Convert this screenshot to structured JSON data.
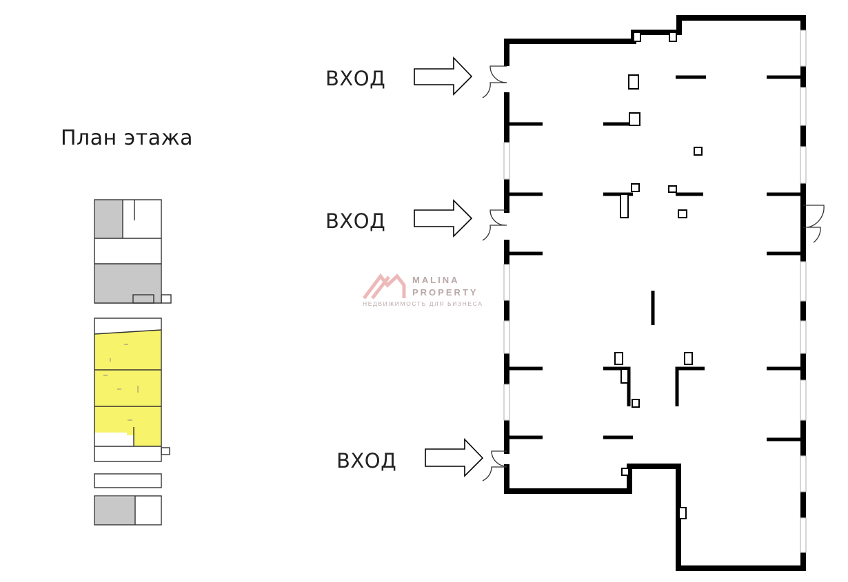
{
  "title": "План этажа",
  "entrance_label": "ВХОД",
  "entrances": [
    {
      "label": "ВХОД"
    },
    {
      "label": "ВХОД"
    },
    {
      "label": "ВХОД"
    }
  ],
  "logo": {
    "name_line1": "MALINA",
    "name_line2": "PROPERTY",
    "tagline": "НЕДВИЖИМОСТЬ ДЛЯ БИЗНЕСА",
    "mark_color": "#e8a2a2"
  },
  "colors": {
    "wall": "#000000",
    "window": "#cccccc",
    "highlight": "#f7f36a",
    "occupied": "#c8c8c8"
  }
}
